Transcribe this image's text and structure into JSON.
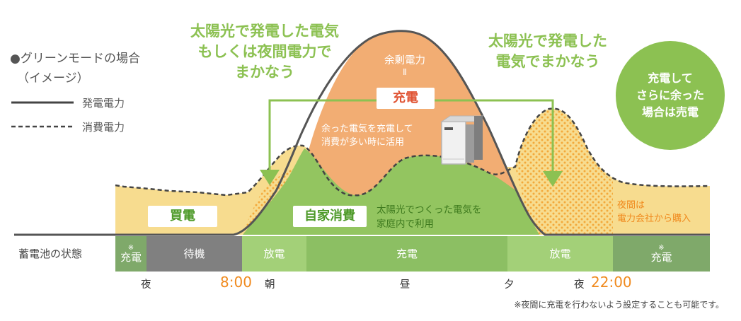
{
  "legend": {
    "title": "●グリーンモードの場合",
    "subtitle": "（イメージ）",
    "solid_label": "発電電力",
    "dashed_label": "消費電力"
  },
  "headings": {
    "left": [
      "太陽光で発電した電気",
      "もしくは夜間電力で",
      "まかなう"
    ],
    "right": [
      "太陽光で発電した",
      "電気でまかなう"
    ]
  },
  "peak": {
    "line1": "余剰電力",
    "line2": "Ⅱ",
    "charge_box": "充電",
    "note": [
      "余った電気を充電して",
      "消費が多い時に活用"
    ]
  },
  "circle": [
    "充電して",
    "さらに余った",
    "場合は売電"
  ],
  "labels": {
    "buy": "買電",
    "self": "自家消費",
    "self_note": [
      "太陽光でつくった電気を",
      "家庭内で利用"
    ],
    "night_note": [
      "夜間は",
      "電力会社から購入"
    ]
  },
  "bar": {
    "label": "蓄電池の状態",
    "segments": [
      {
        "mark": "※",
        "text": "充電",
        "color": "#7fa96a"
      },
      {
        "mark": "",
        "text": "待機",
        "color": "#808080"
      },
      {
        "mark": "",
        "text": "放電",
        "color": "#a3d078"
      },
      {
        "mark": "",
        "text": "充電",
        "color": "#8cbf63"
      },
      {
        "mark": "",
        "text": "放電",
        "color": "#a3d078"
      },
      {
        "mark": "※",
        "text": "充電",
        "color": "#7fa96a"
      }
    ]
  },
  "times": {
    "night": "夜",
    "t1": "8:00",
    "morning": "朝",
    "noon": "昼",
    "evening": "夕",
    "night2": "夜",
    "t2": "22:00"
  },
  "footnote": "※夜間に充電を行わないよう設定することも可能です。",
  "colors": {
    "buy_area": "#f7dc8f",
    "self_area": "#93c560",
    "surplus_area": "#f2ad73",
    "dots": "#f3a93b",
    "green": "#8cc152",
    "charge_red": "#e05535",
    "orange": "#f08a1e"
  }
}
